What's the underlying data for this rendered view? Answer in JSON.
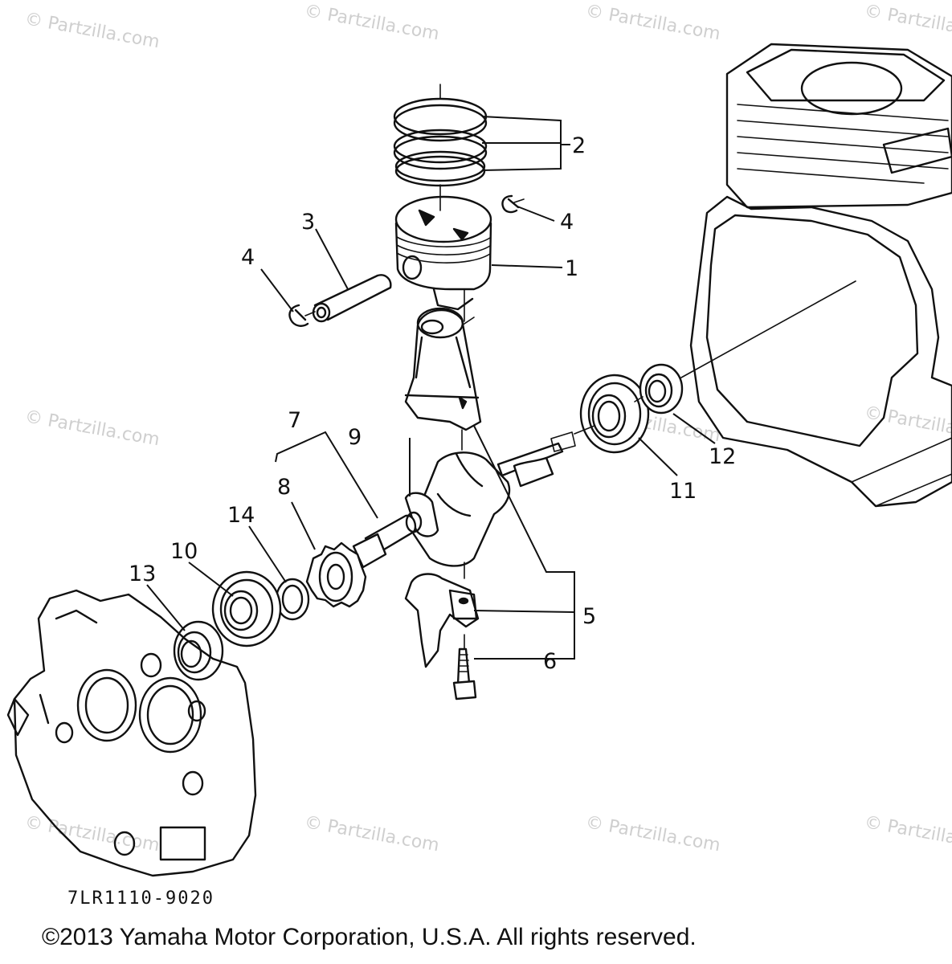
{
  "diagram": {
    "callouts": {
      "c1": "1",
      "c2": "2",
      "c3": "3",
      "c4a": "4",
      "c4b": "4",
      "c5": "5",
      "c6": "6",
      "c7": "7",
      "c8": "8",
      "c9": "9",
      "c10": "10",
      "c11": "11",
      "c12": "12",
      "c13": "13",
      "c14": "14"
    },
    "code": "7LR1110-9020",
    "copyright": "©2013 Yamaha Motor Corporation, U.S.A. All rights reserved.",
    "watermark": "© Partzilla.com"
  }
}
